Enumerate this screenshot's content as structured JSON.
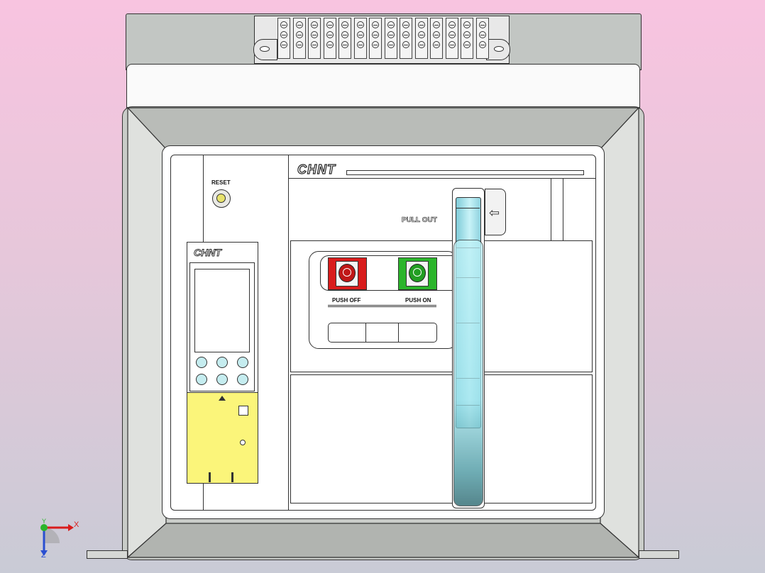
{
  "brand": {
    "main_logo": "CHNT",
    "controller_logo": "CHNT"
  },
  "labels": {
    "reset": "RESET",
    "pull_out": "PULL OUT",
    "push_off": "PUSH OFF",
    "push_on": "PUSH ON"
  },
  "axis_triad": {
    "x": "X",
    "y": "Y",
    "z": "Z"
  },
  "colors": {
    "background_top": "#f8c4e0",
    "background_bottom": "#c9cbd6",
    "housing": "#c9ccc8",
    "panel": "#ffffff",
    "off_button": "#d91c1c",
    "on_button": "#2bb52b",
    "controller_yellow": "#fbf57a",
    "handle": "#9ee3ef"
  },
  "icons": [
    "arrow-left-icon",
    "reset-knob-icon",
    "off-button-icon",
    "on-button-icon",
    "axis-triad-icon"
  ]
}
